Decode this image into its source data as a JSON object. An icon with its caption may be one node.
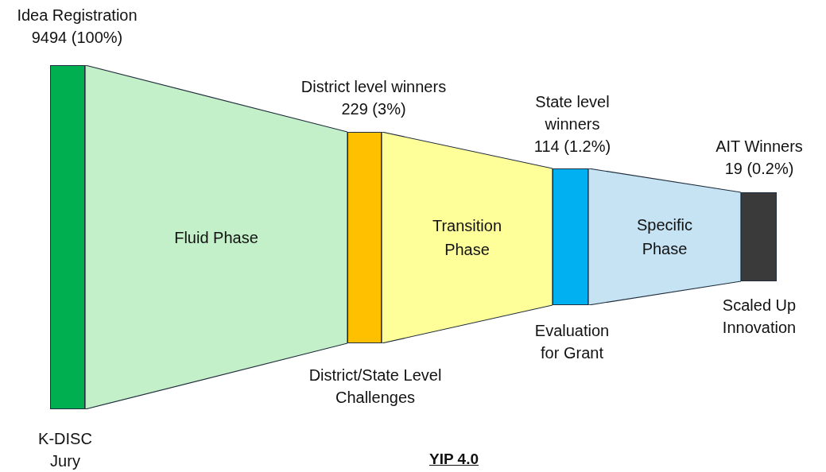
{
  "diagram": {
    "caption": "YIP 4.0",
    "nodes": [
      {
        "text": [],
        "shape": "bar"
      },
      {
        "text": [
          "Fluid Phase"
        ]
      },
      {
        "text": [],
        "shape": "bar"
      },
      {
        "text": [
          "Transition Phase"
        ]
      },
      {
        "text": [],
        "shape": "bar"
      },
      {
        "text": [
          "Specific Phase"
        ]
      },
      {
        "text": [],
        "shape": "bar"
      }
    ],
    "labels": [
      "Idea Registration 9494 (100%)",
      "District level winners 229 (3%)",
      "State level winners 114 (1.2%)",
      "AIT Winners 19 (0.2%)",
      "Scaled Up Innovation",
      "Evaluation for Grant",
      "District/State Level Challenges",
      "K-DISC Jury"
    ]
  }
}
